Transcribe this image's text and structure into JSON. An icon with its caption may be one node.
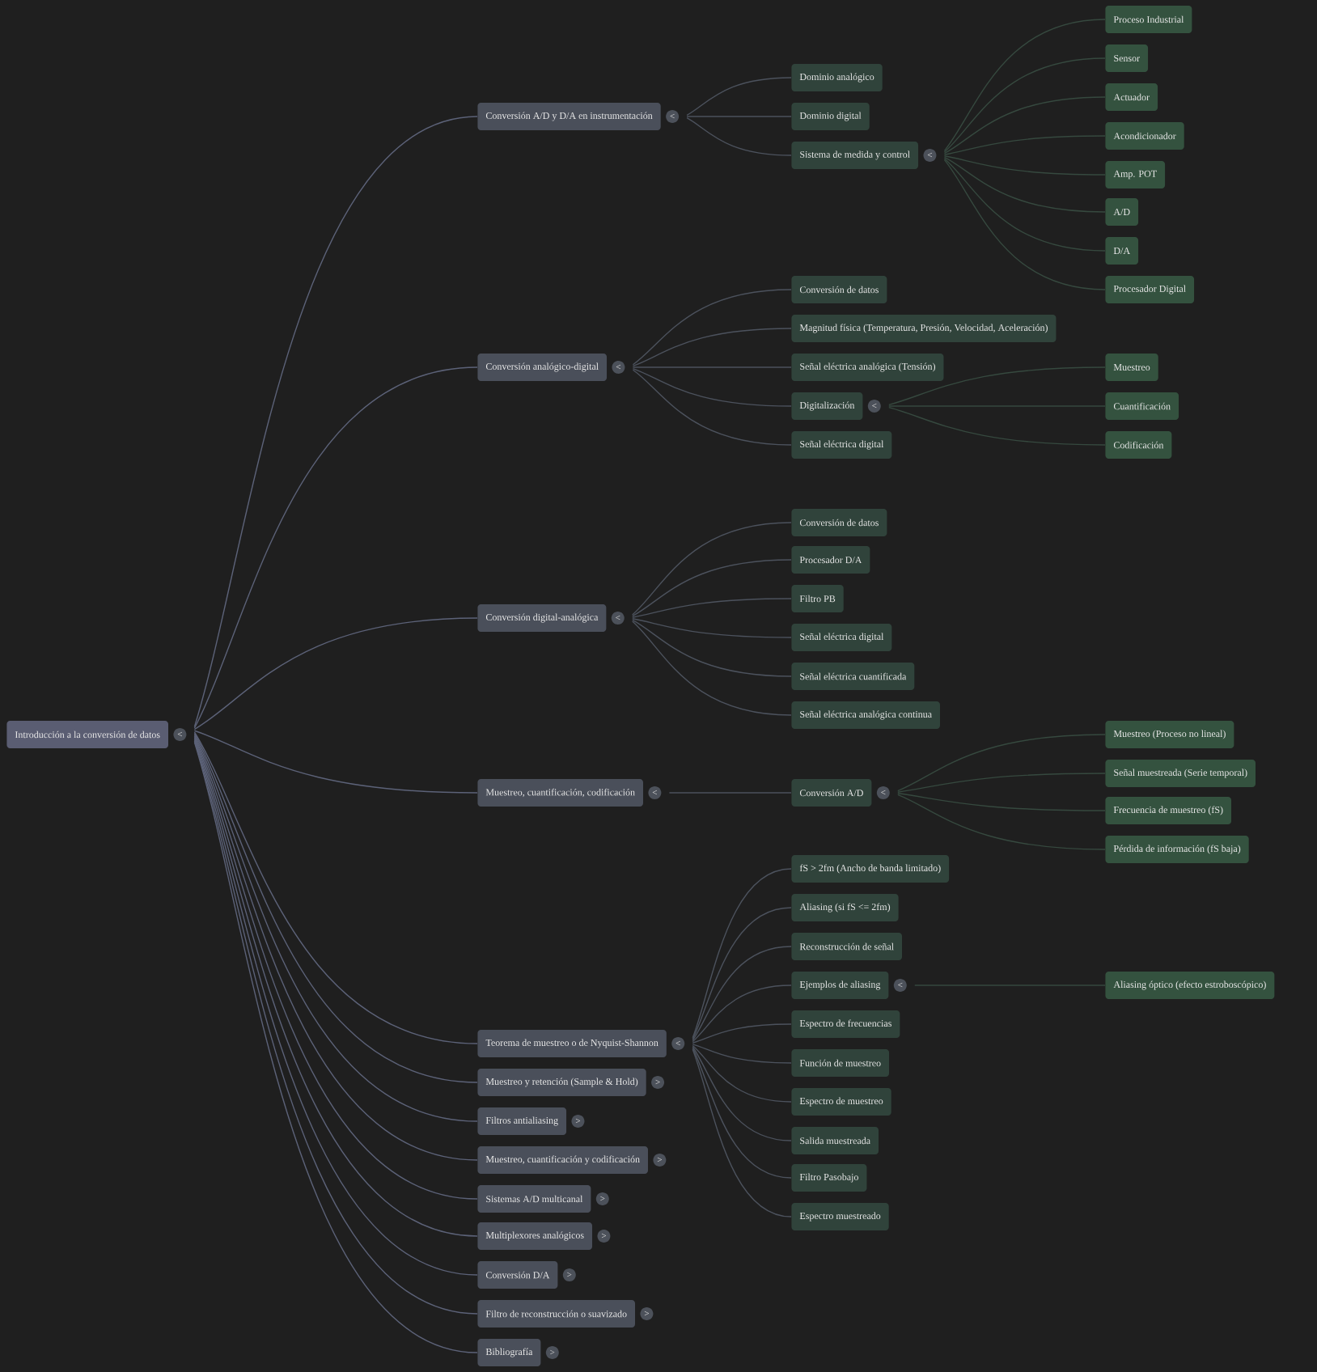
{
  "diagram": {
    "nodes": [
      {
        "text": [
          "Introducción a la conversión de datos"
        ],
        "beside": [
          "<"
        ]
      },
      {
        "text": [
          "Conversión A/D y D/A en instrumentación"
        ],
        "beside": [
          "<"
        ]
      },
      {
        "text": [
          "Dominio analógico"
        ]
      },
      {
        "text": [
          "Dominio digital"
        ]
      },
      {
        "text": [
          "Sistema de medida y control"
        ],
        "beside": [
          "<"
        ]
      },
      {
        "text": [
          "Proceso Industrial"
        ]
      },
      {
        "text": [
          "Sensor"
        ]
      },
      {
        "text": [
          "Actuador"
        ]
      },
      {
        "text": [
          "Acondicionador"
        ]
      },
      {
        "text": [
          "Amp. POT"
        ]
      },
      {
        "text": [
          "A/D"
        ]
      },
      {
        "text": [
          "D/A"
        ]
      },
      {
        "text": [
          "Procesador Digital"
        ]
      },
      {
        "text": [
          "Conversión analógico-digital"
        ],
        "beside": [
          "<"
        ]
      },
      {
        "text": [
          "Conversión de datos"
        ]
      },
      {
        "text": [
          "Magnitud física (Temperatura, Presión, Velocidad, Aceleración)"
        ]
      },
      {
        "text": [
          "Señal eléctrica analógica (Tensión)"
        ]
      },
      {
        "text": [
          "Digitalización"
        ],
        "beside": [
          "<"
        ]
      },
      {
        "text": [
          "Muestreo"
        ]
      },
      {
        "text": [
          "Cuantificación"
        ]
      },
      {
        "text": [
          "Codificación"
        ]
      },
      {
        "text": [
          "Señal eléctrica digital"
        ]
      },
      {
        "text": [
          "Conversión digital-analógica"
        ],
        "beside": [
          "<"
        ]
      },
      {
        "text": [
          "Conversión de datos"
        ]
      },
      {
        "text": [
          "Procesador D/A"
        ]
      },
      {
        "text": [
          "Filtro PB"
        ]
      },
      {
        "text": [
          "Señal eléctrica digital"
        ]
      },
      {
        "text": [
          "Señal eléctrica cuantificada"
        ]
      },
      {
        "text": [
          "Señal eléctrica analógica continua"
        ]
      },
      {
        "text": [
          "Muestreo, cuantificación, codificación"
        ],
        "beside": [
          "<"
        ]
      },
      {
        "text": [
          "Conversión A/D"
        ],
        "beside": [
          "<"
        ]
      },
      {
        "text": [
          "Muestreo (Proceso no lineal)"
        ]
      },
      {
        "text": [
          "Señal muestreada (Serie temporal)"
        ]
      },
      {
        "text": [
          "Frecuencia de muestreo (fS)"
        ]
      },
      {
        "text": [
          "Pérdida de información (fS baja)"
        ]
      },
      {
        "text": [
          "Teorema de muestreo o de Nyquist-Shannon"
        ],
        "beside": [
          "<"
        ]
      },
      {
        "text": [
          "fS > 2fm (Ancho de banda limitado)"
        ]
      },
      {
        "text": [
          "Aliasing (si fS <= 2fm)"
        ]
      },
      {
        "text": [
          "Reconstrucción de señal"
        ]
      },
      {
        "text": [
          "Ejemplos de aliasing"
        ],
        "beside": [
          "<"
        ]
      },
      {
        "text": [
          "Aliasing óptico (efecto estroboscópico)"
        ]
      },
      {
        "text": [
          "Espectro de frecuencias"
        ]
      },
      {
        "text": [
          "Función de muestreo"
        ]
      },
      {
        "text": [
          "Espectro de muestreo"
        ]
      },
      {
        "text": [
          "Salida muestreada"
        ]
      },
      {
        "text": [
          "Filtro Pasobajo"
        ]
      },
      {
        "text": [
          "Espectro muestreado"
        ]
      },
      {
        "text": [
          "Muestreo y retención (Sample & Hold)"
        ],
        "beside": [
          ">"
        ]
      },
      {
        "text": [
          "Filtros antialiasing"
        ],
        "beside": [
          ">"
        ]
      },
      {
        "text": [
          "Muestreo, cuantificación y codificación"
        ],
        "beside": [
          ">"
        ]
      },
      {
        "text": [
          "Sistemas A/D multicanal"
        ],
        "beside": [
          ">"
        ]
      },
      {
        "text": [
          "Multiplexores analógicos"
        ],
        "beside": [
          ">"
        ]
      },
      {
        "text": [
          "Conversión D/A"
        ],
        "beside": [
          ">"
        ]
      },
      {
        "text": [
          "Filtro de reconstrucción o suavizado"
        ],
        "beside": [
          ">"
        ]
      },
      {
        "text": [
          "Bibliografía"
        ],
        "beside": [
          ">"
        ]
      }
    ],
    "edges": [
      {
        "from": 0,
        "to": 1,
        "arrow": "none",
        "color": "#5c6278"
      },
      {
        "from": 1,
        "to": 2,
        "arrow": "none"
      },
      {
        "from": 1,
        "to": 3,
        "arrow": "none"
      },
      {
        "from": 1,
        "to": 4,
        "arrow": "none"
      },
      {
        "from": 4,
        "to": 5,
        "arrow": "none",
        "color": "#36493f"
      },
      {
        "from": 4,
        "to": 6,
        "arrow": "none",
        "color": "#36493f"
      },
      {
        "from": 4,
        "to": 7,
        "arrow": "none",
        "color": "#36493f"
      },
      {
        "from": 4,
        "to": 8,
        "arrow": "none",
        "color": "#36493f"
      },
      {
        "from": 4,
        "to": 9,
        "arrow": "none",
        "color": "#36493f"
      },
      {
        "from": 4,
        "to": 10,
        "arrow": "none",
        "color": "#36493f"
      },
      {
        "from": 4,
        "to": 11,
        "arrow": "none",
        "color": "#36493f"
      },
      {
        "from": 4,
        "to": 12,
        "arrow": "none",
        "color": "#36493f"
      },
      {
        "from": 0,
        "to": 13,
        "arrow": "none",
        "color": "#5c6278"
      },
      {
        "from": 13,
        "to": 14,
        "arrow": "none"
      },
      {
        "from": 13,
        "to": 15,
        "arrow": "none"
      },
      {
        "from": 13,
        "to": 16,
        "arrow": "none"
      },
      {
        "from": 13,
        "to": 17,
        "arrow": "none"
      },
      {
        "from": 17,
        "to": 18,
        "arrow": "none",
        "color": "#36493f"
      },
      {
        "from": 17,
        "to": 19,
        "arrow": "none",
        "color": "#36493f"
      },
      {
        "from": 17,
        "to": 20,
        "arrow": "none",
        "color": "#36493f"
      },
      {
        "from": 13,
        "to": 21,
        "arrow": "none"
      },
      {
        "from": 0,
        "to": 22,
        "arrow": "none",
        "color": "#5c6278"
      },
      {
        "from": 22,
        "to": 23,
        "arrow": "none"
      },
      {
        "from": 22,
        "to": 24,
        "arrow": "none"
      },
      {
        "from": 22,
        "to": 25,
        "arrow": "none"
      },
      {
        "from": 22,
        "to": 26,
        "arrow": "none"
      },
      {
        "from": 22,
        "to": 27,
        "arrow": "none"
      },
      {
        "from": 22,
        "to": 28,
        "arrow": "none"
      },
      {
        "from": 0,
        "to": 29,
        "arrow": "none",
        "color": "#5c6278"
      },
      {
        "from": 29,
        "to": 30,
        "arrow": "none"
      },
      {
        "from": 30,
        "to": 31,
        "arrow": "none",
        "color": "#36493f"
      },
      {
        "from": 30,
        "to": 32,
        "arrow": "none",
        "color": "#36493f"
      },
      {
        "from": 30,
        "to": 33,
        "arrow": "none",
        "color": "#36493f"
      },
      {
        "from": 30,
        "to": 34,
        "arrow": "none",
        "color": "#36493f"
      },
      {
        "from": 0,
        "to": 35,
        "arrow": "none",
        "color": "#5c6278"
      },
      {
        "from": 35,
        "to": 36,
        "arrow": "none"
      },
      {
        "from": 35,
        "to": 37,
        "arrow": "none"
      },
      {
        "from": 35,
        "to": 38,
        "arrow": "none"
      },
      {
        "from": 35,
        "to": 39,
        "arrow": "none"
      },
      {
        "from": 39,
        "to": 40,
        "arrow": "none",
        "color": "#36493f"
      },
      {
        "from": 35,
        "to": 41,
        "arrow": "none"
      },
      {
        "from": 35,
        "to": 42,
        "arrow": "none"
      },
      {
        "from": 35,
        "to": 43,
        "arrow": "none"
      },
      {
        "from": 35,
        "to": 44,
        "arrow": "none"
      },
      {
        "from": 35,
        "to": 45,
        "arrow": "none"
      },
      {
        "from": 35,
        "to": 46,
        "arrow": "none"
      },
      {
        "from": 0,
        "to": 47,
        "arrow": "none",
        "color": "#5c6278"
      },
      {
        "from": 0,
        "to": 48,
        "arrow": "none",
        "color": "#5c6278"
      },
      {
        "from": 0,
        "to": 49,
        "arrow": "none",
        "color": "#5c6278"
      },
      {
        "from": 0,
        "to": 50,
        "arrow": "none",
        "color": "#5c6278"
      },
      {
        "from": 0,
        "to": 51,
        "arrow": "none",
        "color": "#5c6278"
      },
      {
        "from": 0,
        "to": 52,
        "arrow": "none",
        "color": "#5c6278"
      },
      {
        "from": 0,
        "to": 53,
        "arrow": "none",
        "color": "#5c6278"
      },
      {
        "from": 0,
        "to": 54,
        "arrow": "none",
        "color": "#5c6278"
      }
    ]
  }
}
